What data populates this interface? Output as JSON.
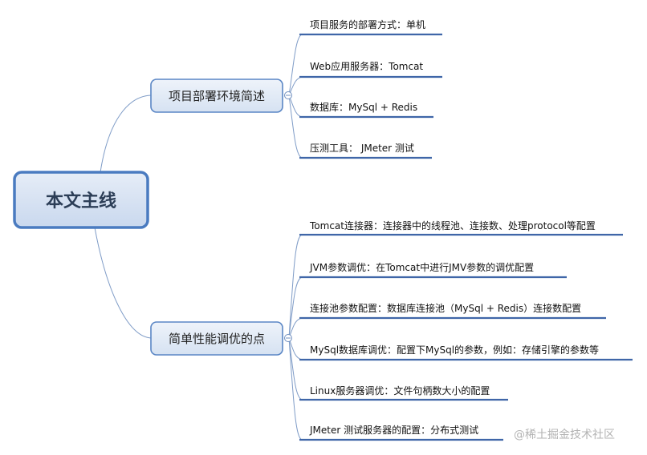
{
  "root": {
    "label": "本文主线"
  },
  "branches": [
    {
      "label": "项目部署环境简述",
      "leaves": [
        "项目服务的部署方式：单机",
        "Web应用服务器：Tomcat",
        "数据库：MySql + Redis",
        "压测工具： JMeter 测试"
      ]
    },
    {
      "label": "简单性能调优的点",
      "leaves": [
        "Tomcat连接器：连接器中的线程池、连接数、处理protocol等配置",
        "JVM参数调优：在Tomcat中进行JMV参数的调优配置",
        "连接池参数配置：数据库连接池（MySql + Redis）连接数配置",
        "MySql数据库调优：配置下MySql的参数，例如：存储引擎的参数等",
        "Linux服务器调优：文件句柄数大小的配置",
        "JMeter 测试服务器的配置：分布式测试"
      ]
    }
  ],
  "watermark": "@稀土掘金技术社区",
  "colors": {
    "root_fill": "#d3dff0",
    "root_border": "#4a7bc0",
    "branch_fill": "#dde7f4",
    "branch_border": "#5a86c5",
    "connector": "#7f9cc7",
    "underline": "#3f66a8"
  }
}
